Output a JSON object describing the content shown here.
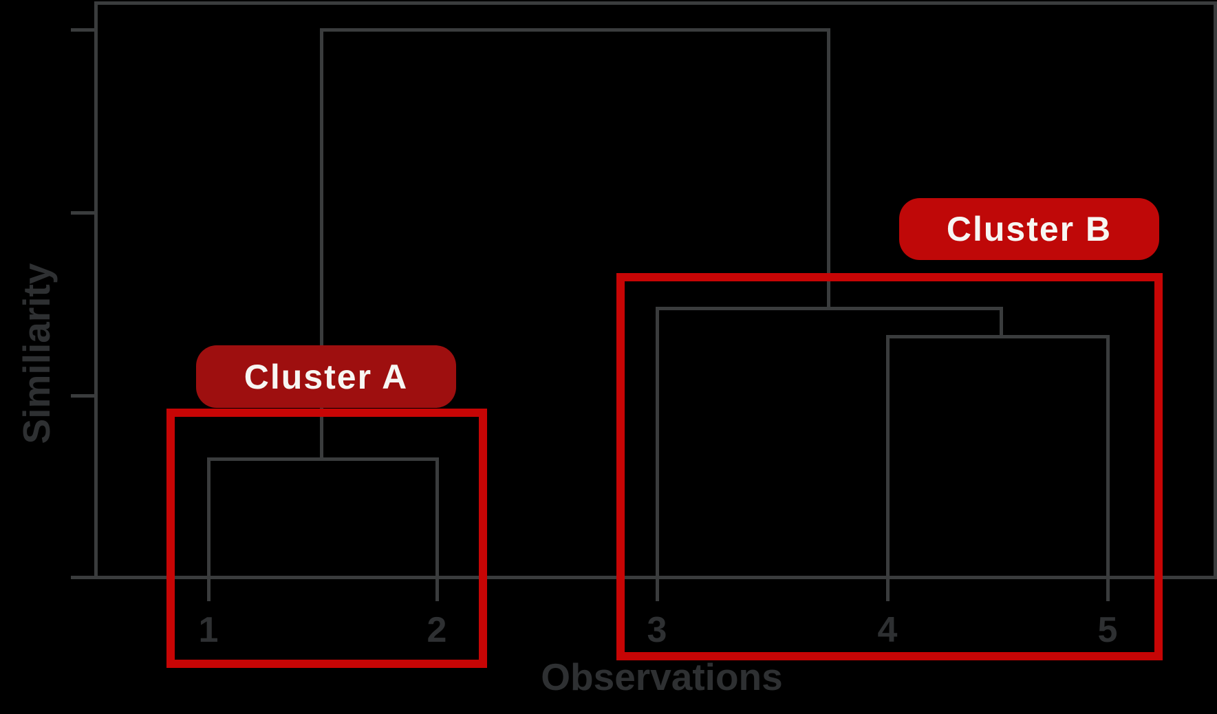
{
  "chart_data": {
    "type": "dendrogram",
    "orientation": "root-top",
    "title": "",
    "xlabel": "Observations",
    "ylabel": "Similiarity",
    "leaves": [
      "1",
      "2",
      "3",
      "4",
      "5"
    ],
    "y_axis": {
      "label": "Similiarity",
      "numeric_tick_labels_shown": false,
      "n_ticks": 3,
      "range_note": "unlabeled similarity axis, root merge aligns with top tick"
    },
    "linkage": [
      {
        "id": "A",
        "children": [
          "1",
          "2"
        ],
        "similarity_height_frac": 0.22
      },
      {
        "id": "B2",
        "children": [
          "4",
          "5"
        ],
        "similarity_height_frac": 0.44
      },
      {
        "id": "B1",
        "children": [
          "3",
          "B2"
        ],
        "similarity_height_frac": 0.49
      },
      {
        "id": "root",
        "children": [
          "A",
          "B1"
        ],
        "similarity_height_frac": 1.0
      }
    ],
    "clusters": [
      {
        "label": "Cluster A",
        "members": [
          "1",
          "2"
        ]
      },
      {
        "label": "Cluster B",
        "members": [
          "3",
          "4",
          "5"
        ]
      }
    ],
    "legend": "none",
    "grid": false
  },
  "colors": {
    "background": "#000000",
    "axis_line": "#3a3c3d",
    "tree_line": "#3a3c3d",
    "label_text": "#2e3032",
    "cluster_box_outline": "#c70505",
    "cluster_a_pill_fill": "#9e0f0f",
    "cluster_b_pill_fill": "#bf0808",
    "pill_text": "#f7f6f3"
  }
}
